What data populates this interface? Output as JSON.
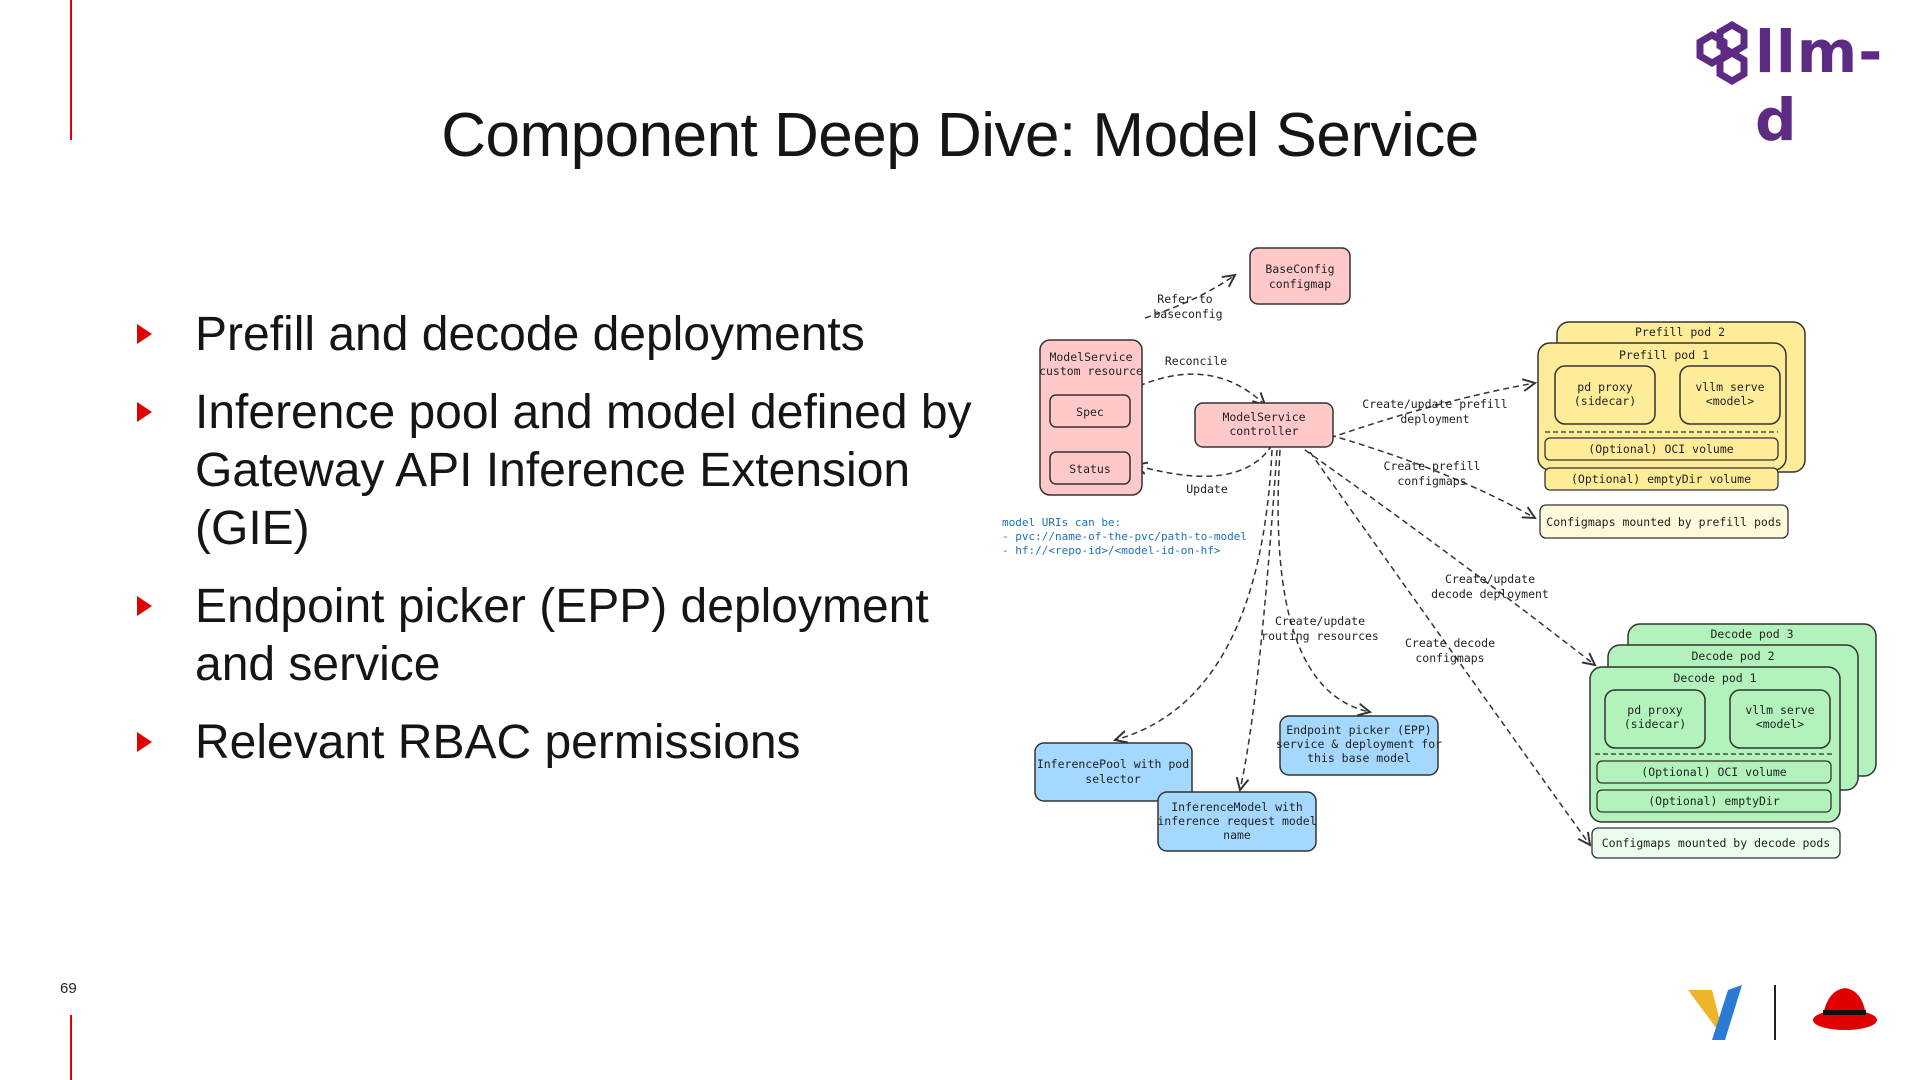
{
  "slide": {
    "title": "Component Deep Dive: Model Service",
    "page_number": "69",
    "logo_text": "llm-d"
  },
  "bullets": [
    {
      "lines": [
        "Prefill and decode deployments"
      ]
    },
    {
      "lines": [
        "Inference pool and model defined by",
        "Gateway API Inference Extension",
        "(GIE)"
      ]
    },
    {
      "lines": [
        "Endpoint picker (EPP) deployment",
        "and service"
      ]
    },
    {
      "lines": [
        "Relevant RBAC permissions"
      ]
    }
  ],
  "diagram": {
    "baseconfig": [
      "BaseConfig",
      "configmap"
    ],
    "modelservice_cr": [
      "ModelService",
      "custom resource"
    ],
    "spec": "Spec",
    "status": "Status",
    "controller": [
      "ModelService",
      "controller"
    ],
    "edge_refer": [
      "Refer to",
      "baseconfig"
    ],
    "edge_reconcile": "Reconcile",
    "edge_update": "Update",
    "edge_create_prefill": [
      "Create/update prefill",
      "deployment"
    ],
    "edge_prefill_cm": [
      "Create prefill",
      "configmaps"
    ],
    "edge_create_decode": [
      "Create/update",
      "decode deployment"
    ],
    "edge_decode_cm": [
      "Create decode",
      "configmaps"
    ],
    "edge_routing": [
      "Create/update",
      "routing resources"
    ],
    "model_uris": [
      "model URIs can be:",
      "- pvc://name-of-the-pvc/path-to-model",
      "- hf://<repo-id>/<model-id-on-hf>"
    ],
    "prefill_pod2": "Prefill pod 2",
    "prefill_pod1": "Prefill pod 1",
    "prefill_pdproxy": [
      "pd proxy",
      "(sidecar)"
    ],
    "prefill_vllm": [
      "vllm serve",
      "<model>"
    ],
    "prefill_oci": "(Optional) OCI volume",
    "prefill_emptydir": "(Optional) emptyDir volume",
    "prefill_cm": "Configmaps mounted by prefill pods",
    "decode_pod3": "Decode pod 3",
    "decode_pod2": "Decode pod 2",
    "decode_pod1": "Decode pod 1",
    "decode_pdproxy": [
      "pd proxy",
      "(sidecar)"
    ],
    "decode_vllm": [
      "vllm serve",
      "<model>"
    ],
    "decode_oci": "(Optional) OCI volume",
    "decode_emptydir": "(Optional) emptyDir",
    "decode_cm": "Configmaps mounted by decode pods",
    "inferencepool": [
      "InferencePool with pod",
      "selector"
    ],
    "inferencemodel": [
      "InferenceModel with",
      "inference request model",
      "name"
    ],
    "epp": [
      "Endpoint picker (EPP)",
      "service & deployment for",
      "this base model"
    ]
  },
  "colors": {
    "accent_red": "#e00000",
    "pink_fill": "#ffc9c9",
    "yellow_fill": "#ffec99",
    "green_fill": "#b2f2bb",
    "blue_fill": "#a5d8ff",
    "brand_purple": "#5e2b84"
  }
}
